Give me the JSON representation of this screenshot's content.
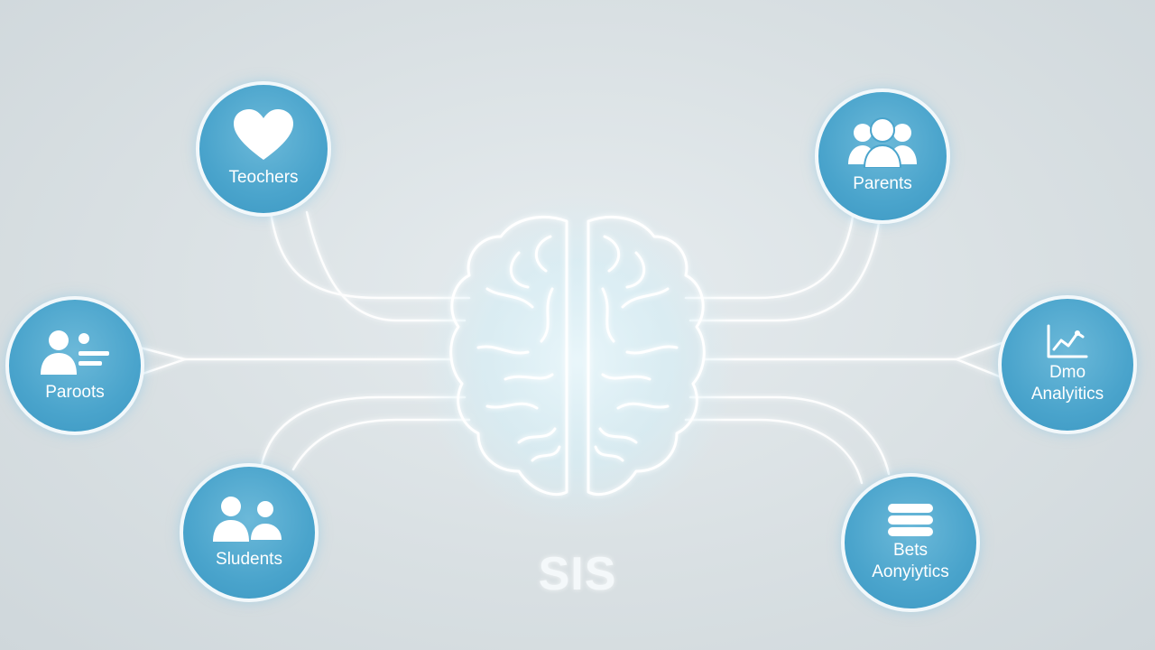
{
  "center": {
    "label": "SIS",
    "icon": "brain-icon"
  },
  "nodes": [
    {
      "id": "teachers",
      "label": "Teochers",
      "icon": "heart-icon"
    },
    {
      "id": "parents-top",
      "label": "Parents",
      "icon": "people-group-icon"
    },
    {
      "id": "parents-left",
      "label": "Paroots",
      "icon": "person-list-icon"
    },
    {
      "id": "data-analytics",
      "label_line1": "Dmo",
      "label_line2": "Analyitics",
      "icon": "line-chart-icon"
    },
    {
      "id": "students",
      "label": "Sludents",
      "icon": "students-icon"
    },
    {
      "id": "data-analytics-2",
      "label_line1": "Bets",
      "label_line2": "Aonyiytics",
      "icon": "database-icon"
    }
  ],
  "colors": {
    "node_fill": "#4aa4cc",
    "node_border": "#f2f8fb",
    "connector": "#ffffff",
    "background": "#dde3e6"
  }
}
